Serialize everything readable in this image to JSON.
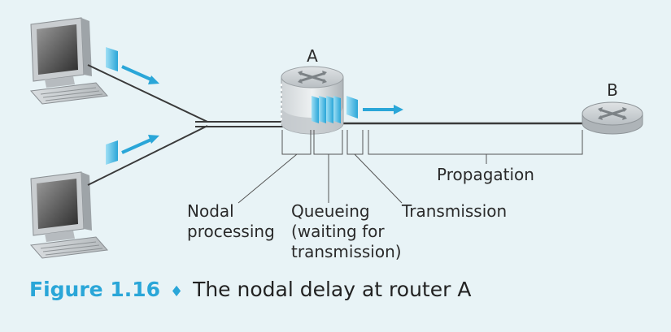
{
  "router_a_label": "A",
  "router_b_label": "B",
  "labels": {
    "nodal_1": "Nodal",
    "nodal_2": "processing",
    "queueing_1": "Queueing",
    "queueing_2": "(waiting for",
    "queueing_3": "transmission)",
    "transmission": "Transmission",
    "propagation": "Propagation"
  },
  "caption": {
    "figure": "Figure 1.16",
    "bullet": "♦",
    "text": "The nodal delay at router A"
  },
  "colors": {
    "accent": "#2aa6d8",
    "background": "#e8f3f6",
    "line": "#3a3a3a"
  }
}
